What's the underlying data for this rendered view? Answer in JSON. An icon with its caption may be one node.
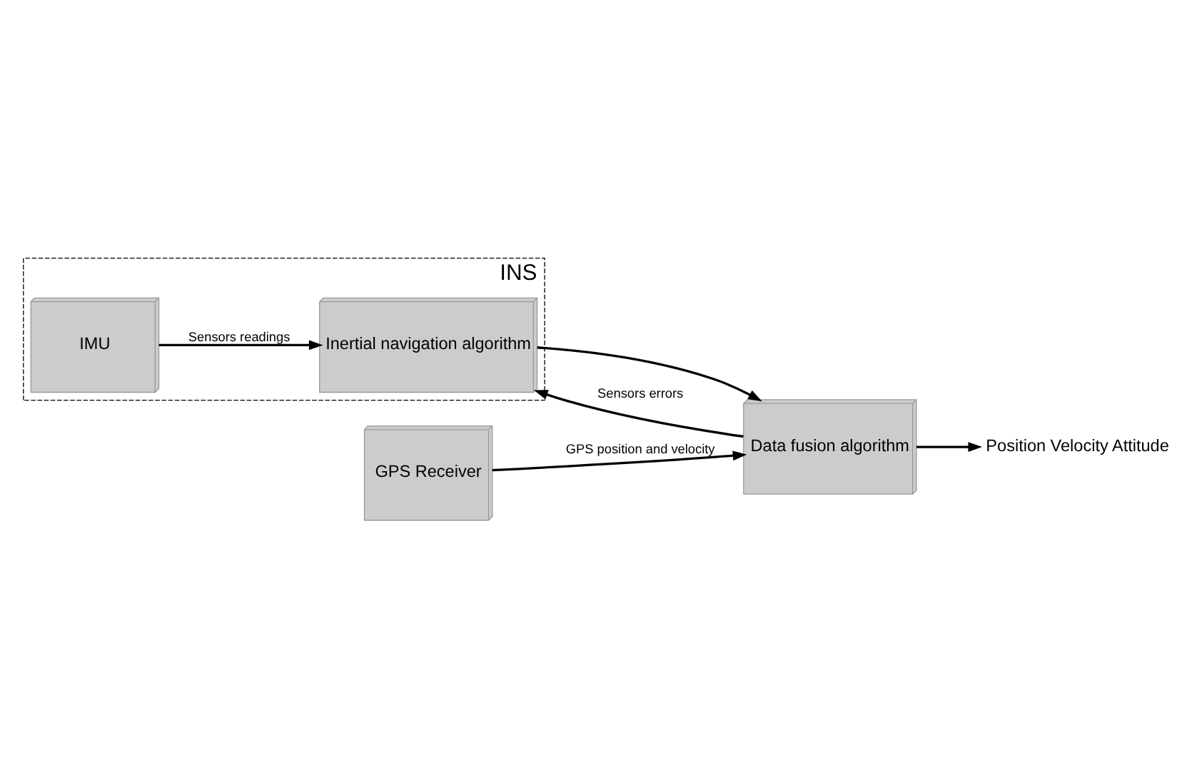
{
  "diagram": {
    "nodes": [
      {
        "text": [
          "INS"
        ]
      },
      {
        "text": [
          "IMU"
        ],
        "in": 0
      },
      {
        "text": [
          "Inertial navigation algorithm"
        ],
        "in": 0
      },
      {
        "text": [
          "GPS Receiver"
        ]
      },
      {
        "text": [
          "Data fusion algorithm"
        ]
      },
      {
        "text": [
          "Position Velocity Attitude"
        ]
      }
    ],
    "edges": [
      {
        "from": 1,
        "to": 2,
        "arrow": "to",
        "label": "Sensors readings"
      },
      {
        "from": 2,
        "to": 4,
        "arrow": "to"
      },
      {
        "from": 4,
        "to": 2,
        "arrow": "to",
        "label": "Sensors errors"
      },
      {
        "from": 3,
        "to": 4,
        "arrow": "to",
        "label": "GPS position and velocity"
      },
      {
        "from": 4,
        "to": 5,
        "arrow": "to"
      }
    ]
  }
}
